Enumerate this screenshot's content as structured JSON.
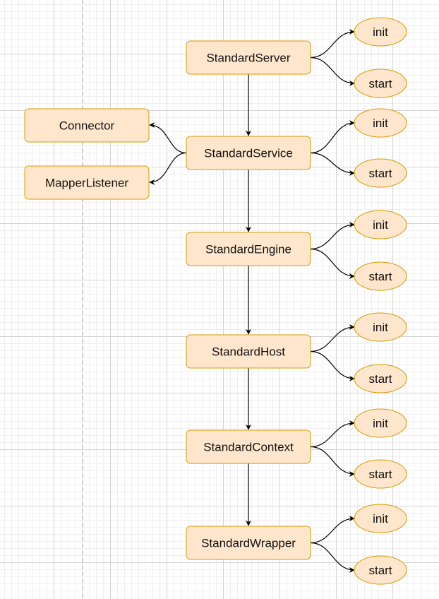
{
  "components": [
    {
      "id": "server",
      "label": "StandardServer"
    },
    {
      "id": "service",
      "label": "StandardService"
    },
    {
      "id": "engine",
      "label": "StandardEngine"
    },
    {
      "id": "host",
      "label": "StandardHost"
    },
    {
      "id": "context",
      "label": "StandardContext"
    },
    {
      "id": "wrapper",
      "label": "StandardWrapper"
    }
  ],
  "service_children": [
    {
      "id": "connector",
      "label": "Connector"
    },
    {
      "id": "mapperlistener",
      "label": "MapperListener"
    }
  ],
  "lifecycle": {
    "init_label": "init",
    "start_label": "start"
  },
  "colors": {
    "fill": "#ffe6cc",
    "stroke": "#d79b00"
  }
}
